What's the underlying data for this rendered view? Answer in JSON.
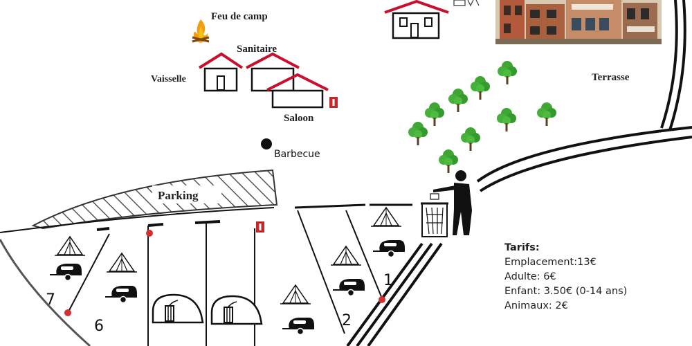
{
  "places": {
    "campfire": "Feu de camp",
    "sanitary": "Sanitaire",
    "dishes": "Vaisselle",
    "saloon": "Saloon",
    "barbecue": "Barbecue",
    "terrace": "Terrasse",
    "parking": "Parking"
  },
  "pitch_numbers": [
    "1",
    "2",
    "6",
    "7"
  ],
  "tariffs": {
    "title": "Tarifs:",
    "lines": [
      "Emplacement:13€",
      "Adulte: 6€",
      "Enfant: 3.50€ (0-14 ans)",
      "Animaux:  2€"
    ]
  },
  "icon_names": [
    "campfire-icon",
    "house-icon",
    "tent-icon",
    "caravan-icon",
    "pod-icon",
    "tree-icon",
    "trash-bin-icon",
    "electric-outlet-icon",
    "barbecue-icon"
  ],
  "colors": {
    "roof": "#c8102e",
    "outlet": "#c62828",
    "marker": "#d32f2f",
    "tree": "#3fa535"
  }
}
